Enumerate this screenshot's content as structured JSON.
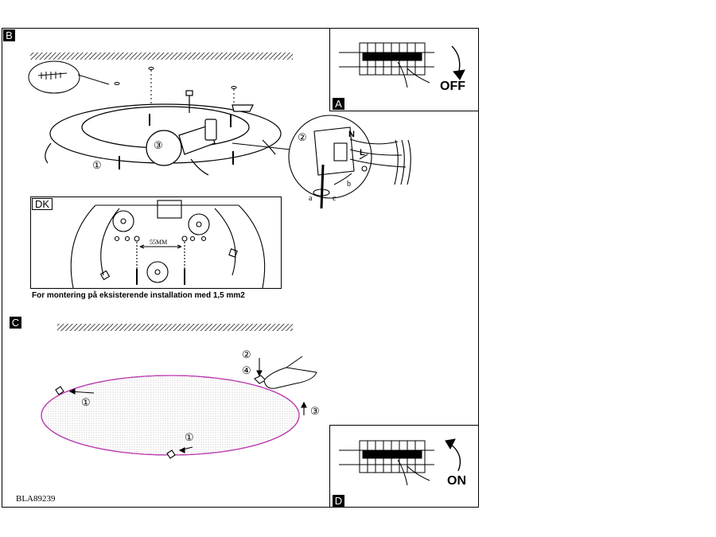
{
  "panels": {
    "b": {
      "label": "B"
    },
    "a": {
      "label": "A",
      "switch_text": "OFF"
    },
    "c": {
      "label": "C"
    },
    "d": {
      "label": "D",
      "switch_text": "ON"
    }
  },
  "dk_inset": {
    "label": "DK",
    "dimension": "55MM",
    "caption": "For montering på  eksisterende installation med 1,5 mm2"
  },
  "steps": {
    "one": "①",
    "two": "②",
    "three": "③",
    "four": "④"
  },
  "wiring": {
    "neutral": "N",
    "live": "L",
    "a": "a",
    "b": "b",
    "c": "c"
  },
  "reference": "BLA89239"
}
